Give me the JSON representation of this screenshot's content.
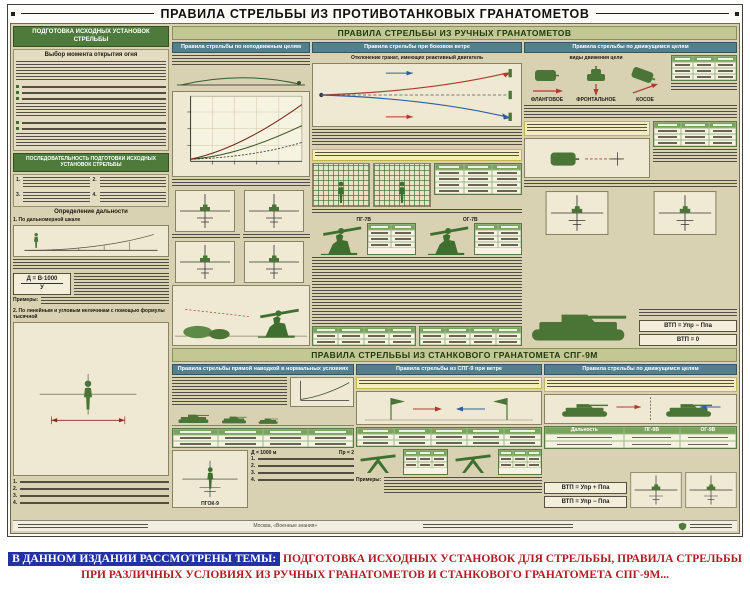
{
  "poster": {
    "title": "ПРАВИЛА СТРЕЛЬБЫ ИЗ ПРОТИВОТАНКОВЫХ ГРАНАТОМЕТОВ",
    "left": {
      "title": "ПОДГОТОВКА ИСХОДНЫХ УСТАНОВОК СТРЕЛЬБЫ",
      "fire_moment_title": "Выбор момента открытия огня",
      "sequence_title": "Последовательность подготовки исходных установок стрельбы",
      "range_title": "Определение дальности",
      "range_item1": "1. По дальномерной шкале",
      "range_item2": "2. По линейным и угловым величинам с помощью формулы тысячной",
      "formula_num": "Д = В·1000",
      "formula_den": "У",
      "examples_label": "Примеры:",
      "numbers": [
        "1.",
        "2.",
        "3.",
        "4."
      ]
    },
    "rg": {
      "title": "ПРАВИЛА СТРЕЛЬБЫ ИЗ РУЧНЫХ ГРАНАТОМЕТОВ",
      "col1": {
        "title": "Правила стрельбы по неподвижным целям"
      },
      "col2": {
        "title": "Правила стрельбы при боковом ветре",
        "subtitle": "Отклонение гранат, имеющих реактивный двигатель",
        "weapon1": "ПГ-7В",
        "weapon2": "ОГ-7В"
      },
      "col3": {
        "title": "Правила стрельбы по движущимся целям",
        "movement_title": "виды движения цели",
        "movements": [
          "ФЛАНГОВОЕ",
          "ФРОНТАЛЬНОЕ",
          "КОСОЕ"
        ],
        "formula1": "ВТП = Упр − Ппа",
        "formula2": "ВТП = 0"
      }
    },
    "spg": {
      "title": "ПРАВИЛА СТРЕЛЬБЫ ИЗ СТАНКОВОГО ГРАНАТОМЕТА СПГ-9М",
      "col1": {
        "title": "Правила стрельбы прямой наводкой в нормальных условиях",
        "sight_label": "ПГОК-9",
        "cap1": "Д = 1000 м",
        "cap2": "Пр = 2"
      },
      "col2": {
        "title": "Правила стрельбы из СПГ-9 при ветре",
        "examples_label": "Примеры:"
      },
      "col3": {
        "title": "Правила стрельбы по движущимся целям",
        "table_headers": [
          "Дальность",
          "ПГ-9В",
          "ОГ-9В"
        ],
        "formula1": "ВТП = Упр + Ппа",
        "formula2": "ВТП = Упр − Ппа"
      }
    },
    "footer": {
      "publisher": "Москва, «Военные знания»"
    }
  },
  "caption": {
    "highlight": "В ДАННОМ ИЗДАНИИ РАССМОТРЕНЫ ТЕМЫ:",
    "line1": "ПОДГОТОВКА ИСХОДНЫХ УСТАНОВОК ДЛЯ СТРЕЛЬБЫ, ПРАВИЛА СТРЕЛЬБЫ",
    "line2": "ПРИ РАЗЛИЧНЫХ УСЛОВИЯХ ИЗ РУЧНЫХ ГРАНАТОМЕТОВ И СТАНКОВОГО ГРАНАТОМЕТА СПГ-9М..."
  },
  "colors": {
    "poster_bg": "#d8d1b2",
    "header_green": "#4e7b3c",
    "band_green": "#c3c794",
    "subheader_teal": "#53808f",
    "accent_red": "#b03a2e",
    "accent_blue": "#2e5fa3",
    "army_green": "#4a7536",
    "caption_blue": "#2430a6",
    "caption_red": "#b21d23"
  }
}
